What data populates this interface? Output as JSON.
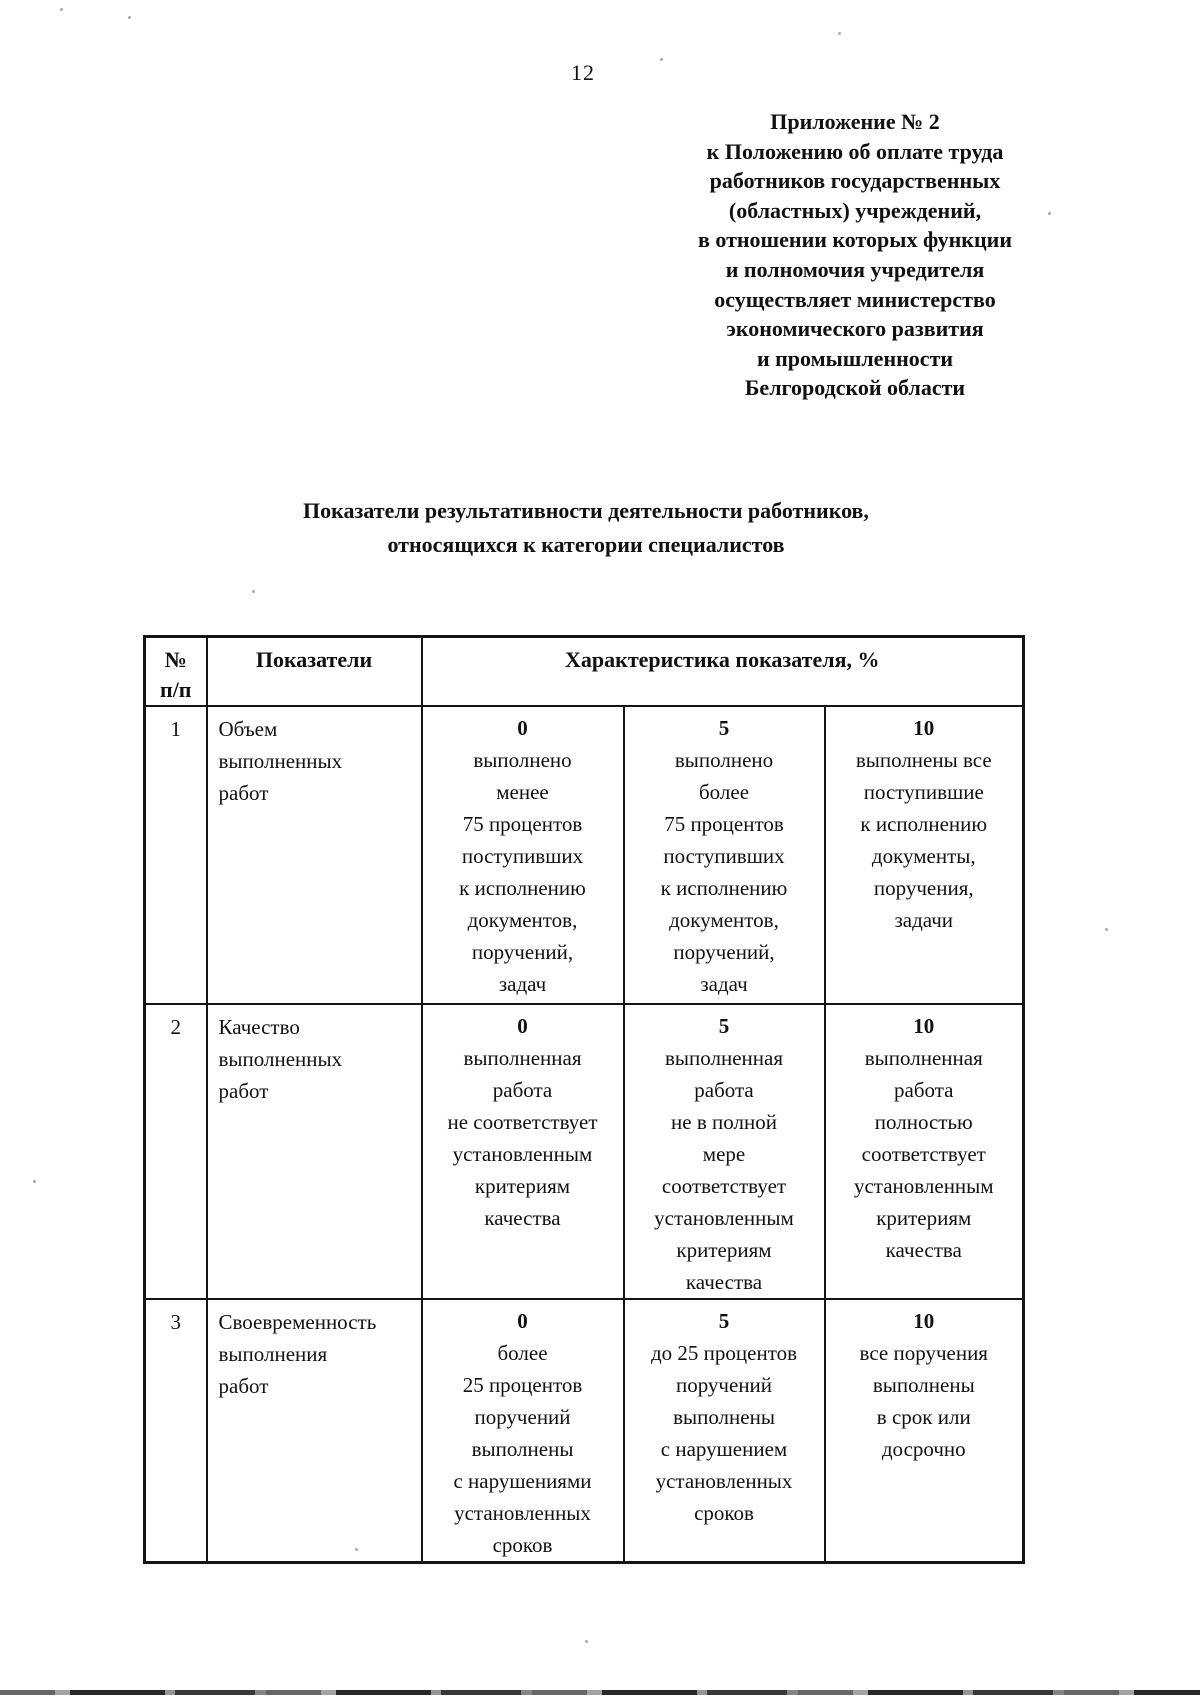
{
  "colors": {
    "ink": "#111111",
    "paper": "#ffffff",
    "table_border": "#151515"
  },
  "page": {
    "number": "12"
  },
  "appendix": {
    "lines": [
      "Приложение № 2",
      "к Положению об оплате труда",
      "работников государственных",
      "(областных) учреждений,",
      "в отношении которых функции",
      "и полномочия учредителя",
      "осуществляет министерство",
      "экономического развития",
      "и промышленности",
      "Белгородской области"
    ]
  },
  "title": {
    "line1": "Показатели результативности деятельности работников,",
    "line2": "относящихся к категории специалистов"
  },
  "table": {
    "columns": {
      "num": "№\nп/п",
      "indicator": "Показатели",
      "characteristic": "Характеристика показателя, %"
    },
    "rows": [
      {
        "num": "1",
        "indicator": "Объем\nвыполненных\nработ",
        "c0": {
          "score": "0",
          "text": "выполнено\nменее\n75 процентов\nпоступивших\nк исполнению\nдокументов,\nпоручений,\nзадач"
        },
        "c5": {
          "score": "5",
          "text": "выполнено\nболее\n75 процентов\nпоступивших\nк исполнению\nдокументов,\nпоручений,\nзадач"
        },
        "c10": {
          "score": "10",
          "text": "выполнены все\nпоступившие\nк исполнению\nдокументы,\nпоручения,\nзадачи"
        }
      },
      {
        "num": "2",
        "indicator": "Качество\nвыполненных\nработ",
        "c0": {
          "score": "0",
          "text": "выполненная\nработа\nне соответствует\nустановленным\nкритериям\nкачества"
        },
        "c5": {
          "score": "5",
          "text": "выполненная\nработа\nне в полной\nмере\nсоответствует\nустановленным\nкритериям\nкачества"
        },
        "c10": {
          "score": "10",
          "text": "выполненная\nработа\nполностью\nсоответствует\nустановленным\nкритериям\nкачества"
        }
      },
      {
        "num": "3",
        "indicator": "Своевременность\nвыполнения\nработ",
        "c0": {
          "score": "0",
          "text": "более\n25 процентов\nпоручений\nвыполнены\nс нарушениями\nустановленных\nсроков"
        },
        "c5": {
          "score": "5",
          "text": "до 25 процентов\nпоручений\nвыполнены\nс нарушением\nустановленных\nсроков"
        },
        "c10": {
          "score": "10",
          "text": "все поручения\nвыполнены\nв срок или\nдосрочно"
        }
      }
    ]
  }
}
